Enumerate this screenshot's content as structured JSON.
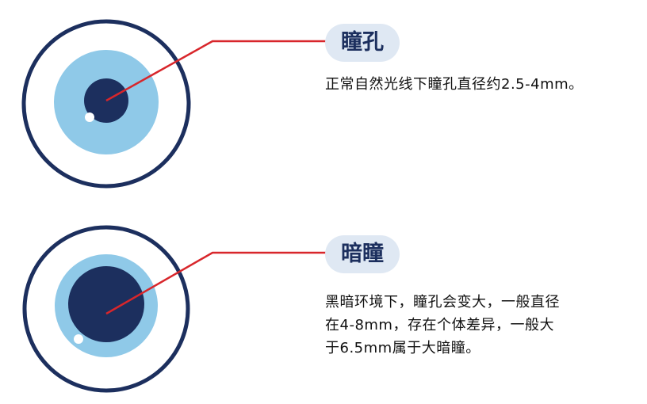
{
  "colors": {
    "outer_ring": "#1c2f5e",
    "iris": "#8fc9e8",
    "pupil": "#1c2f5e",
    "highlight": "#ffffff",
    "pointer": "#d8262b",
    "pill_bg": "#dfe8f3"
  },
  "panels": [
    {
      "title": "瞳孔",
      "description": [
        "正常自然光线下瞳孔直径约2.5-4mm。"
      ]
    },
    {
      "title": "暗瞳",
      "description": [
        "黑暗环境下，瞳孔会变大，一般直径",
        "在4-8mm，存在个体差异，一般大",
        "于6.5mm属于大暗瞳。"
      ]
    }
  ]
}
